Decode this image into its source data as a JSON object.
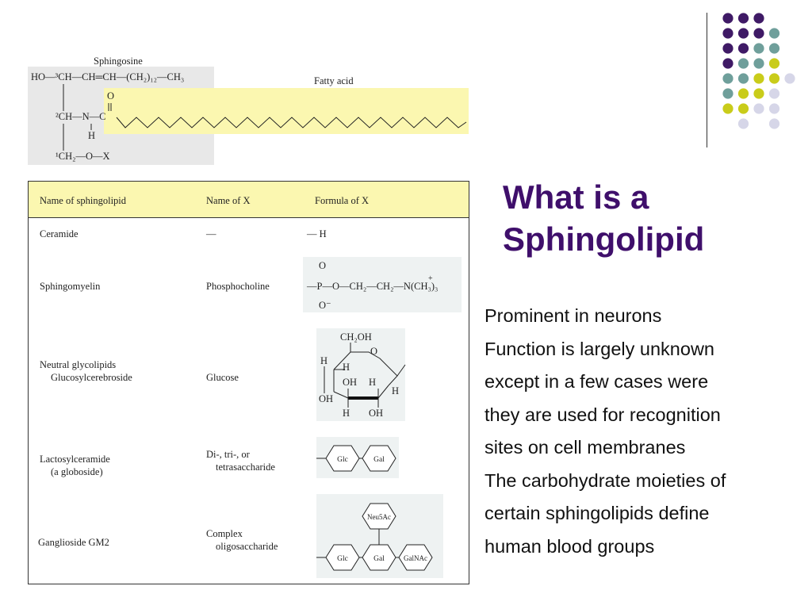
{
  "colors": {
    "title": "#3f0f6b",
    "dot_purple": "#3f1a66",
    "dot_teal": "#6f9f9b",
    "dot_yellow": "#c9cc1a",
    "dot_lavender": "#d6d6e8",
    "fatty_acid_highlight": "#fbf7b0",
    "sphingosine_highlight": "#e8e8e8"
  },
  "decoration": {
    "dot_grid": [
      [
        "purple",
        "purple",
        "purple",
        null
      ],
      [
        "purple",
        "purple",
        "purple",
        "teal"
      ],
      [
        "purple",
        "purple",
        "teal",
        "teal"
      ],
      [
        "purple",
        "teal",
        "teal",
        "yellow"
      ],
      [
        "teal",
        "teal",
        "yellow",
        "yellow",
        "lavender"
      ],
      [
        "teal",
        "yellow",
        "yellow",
        "lavender"
      ],
      [
        "yellow",
        "yellow",
        "lavender",
        "lavender"
      ],
      [
        null,
        "lavender",
        null,
        "lavender"
      ]
    ]
  },
  "title": {
    "line1": "What is a",
    "line2": "Sphingolipid"
  },
  "body_lines": [
    "Prominent in neurons",
    "Function is largely unknown",
    "except in a few cases were",
    "they are used for recognition",
    "sites on cell membranes",
    "The carbohydrate moieties of",
    "certain sphingolipids define",
    "human blood groups"
  ],
  "structure": {
    "sphingosine_label": "Sphingosine",
    "fatty_acid_label": "Fatty acid",
    "row1": "HO—³CH—CH═CH—(CH₂)₁₂—CH₃",
    "row2_c": "²CH—N—C",
    "carbonyl_o": "O",
    "nh": "H",
    "row3": "¹CH₂—O—X"
  },
  "table": {
    "headers": [
      "Name of sphingolipid",
      "Name of X",
      "Formula of X"
    ],
    "rows": [
      {
        "name": "Ceramide",
        "x_name": "—",
        "formula": "— H"
      },
      {
        "name": "Sphingomyelin",
        "x_name": "Phosphocholine",
        "formula": "—P—O—CH₂—CH₂—N(CH₃)₃",
        "formula_top": "O",
        "formula_bottom": "O⁻",
        "formula_plus": "+"
      },
      {
        "name": "Neutral glycolipids",
        "name2": "Glucosylcerebroside",
        "x_name": "Glucose",
        "formula_atoms": {
          "ch2oh": "CH₂OH",
          "o": "O",
          "h1": "H",
          "h2": "H",
          "oh1": "OH",
          "h3": "H",
          "h4": "H",
          "oh2": "OH",
          "h5": "H",
          "oh3": "OH"
        }
      },
      {
        "name": "Lactosylceramide",
        "name2": "(a globoside)",
        "x_name": "Di-, tri-, or",
        "x_name2": "tetrasaccharide",
        "rings": [
          "Glc",
          "Gal"
        ]
      },
      {
        "name": "Ganglioside GM2",
        "x_name": "Complex",
        "x_name2": "oligosaccharide",
        "rings": [
          "Glc",
          "Gal",
          "GalNAc",
          "Neu5Ac"
        ]
      }
    ]
  }
}
